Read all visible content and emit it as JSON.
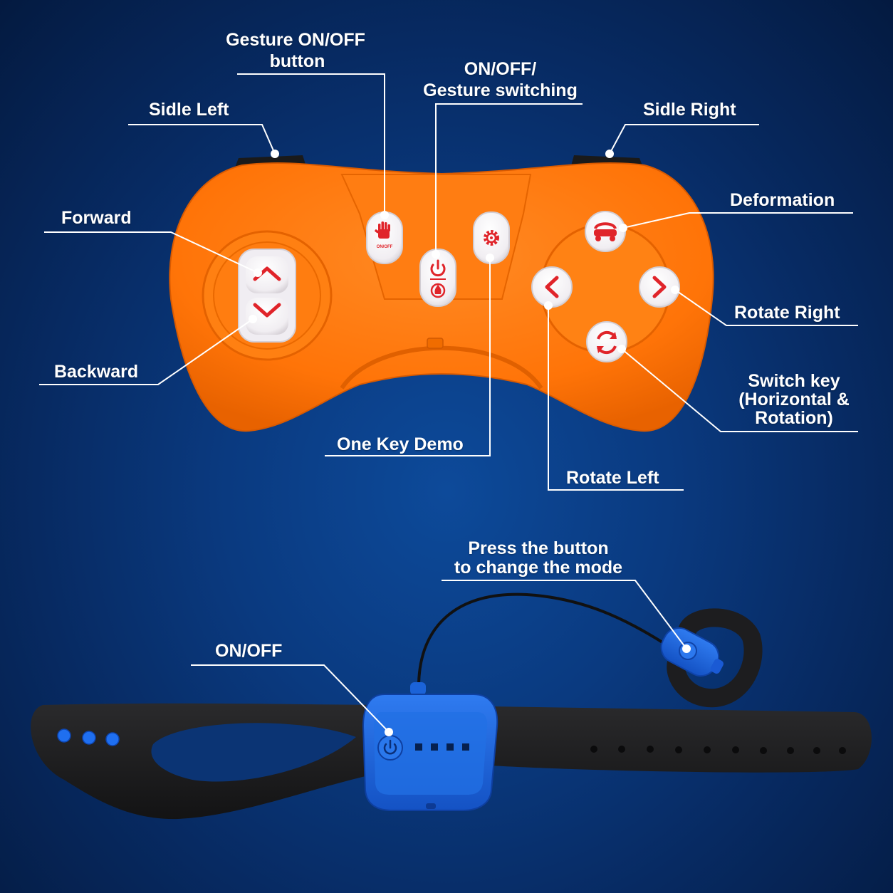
{
  "colors": {
    "background": "#0a3a80",
    "controller": "#ff7a10",
    "accent_red": "#e0242a",
    "strap": "#1c1c1e",
    "watch_body": "#1b63d8"
  },
  "controller": {
    "labels": {
      "gesture_onoff_l1": "Gesture ON/OFF",
      "gesture_onoff_l2": "button",
      "onoff_gesture_l1": "ON/OFF/",
      "onoff_gesture_l2": "Gesture switching",
      "sidle_left": "Sidle Left",
      "sidle_right": "Sidle Right",
      "forward": "Forward",
      "backward": "Backward",
      "deformation": "Deformation",
      "rotate_right": "Rotate Right",
      "switch_key_l1": "Switch key",
      "switch_key_l2": "(Horizontal &",
      "switch_key_l3": "Rotation)",
      "one_key_demo": "One Key Demo",
      "rotate_left": "Rotate Left"
    },
    "button_text": {
      "gesture_button": "ON/OFF"
    }
  },
  "watch": {
    "labels": {
      "press_l1": "Press the button",
      "press_l2": "to change the mode",
      "onoff": "ON/OFF"
    }
  }
}
